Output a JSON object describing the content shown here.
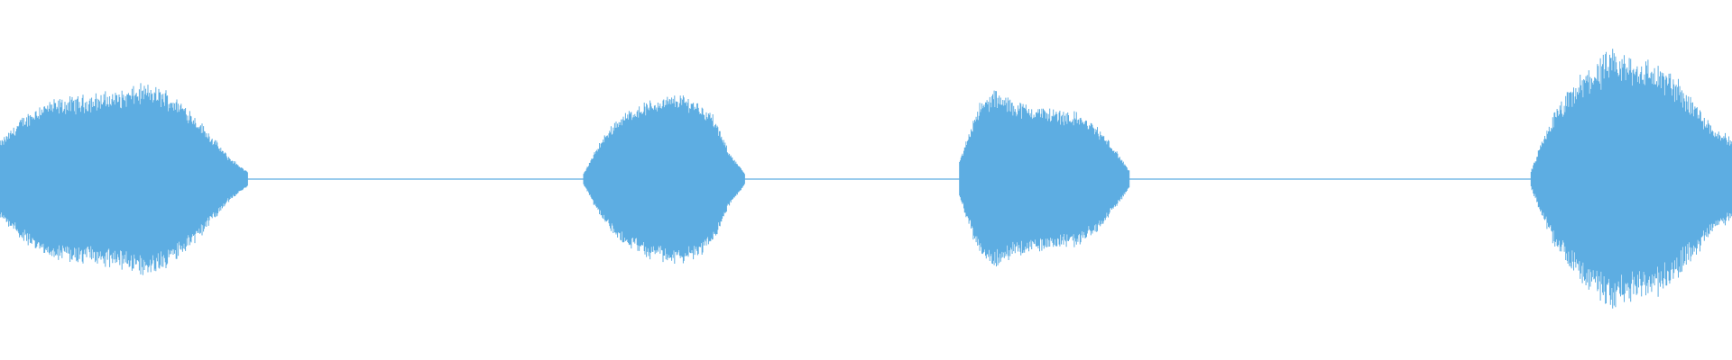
{
  "waveform": {
    "color": "#5dade2",
    "background": "#ffffff",
    "baseline_amplitude": 0.006,
    "segments": [
      {
        "start": 0.0,
        "end": 0.143,
        "envelope": [
          0.26,
          0.42,
          0.53,
          0.56,
          0.58,
          0.6,
          0.62,
          0.66,
          0.62,
          0.52,
          0.35,
          0.17,
          0.05
        ],
        "jitter": 0.1
      },
      {
        "start": 0.337,
        "end": 0.43,
        "envelope": [
          0.04,
          0.26,
          0.42,
          0.5,
          0.55,
          0.58,
          0.6,
          0.56,
          0.46,
          0.2,
          0.04
        ],
        "jitter": 0.08
      },
      {
        "start": 0.554,
        "end": 0.652,
        "envelope": [
          0.12,
          0.5,
          0.62,
          0.56,
          0.52,
          0.5,
          0.48,
          0.46,
          0.38,
          0.24,
          0.06
        ],
        "jitter": 0.1
      },
      {
        "start": 0.884,
        "end": 1.0,
        "envelope": [
          0.06,
          0.42,
          0.62,
          0.78,
          0.86,
          0.84,
          0.8,
          0.72,
          0.56,
          0.38,
          0.28
        ],
        "jitter": 0.14
      }
    ]
  }
}
